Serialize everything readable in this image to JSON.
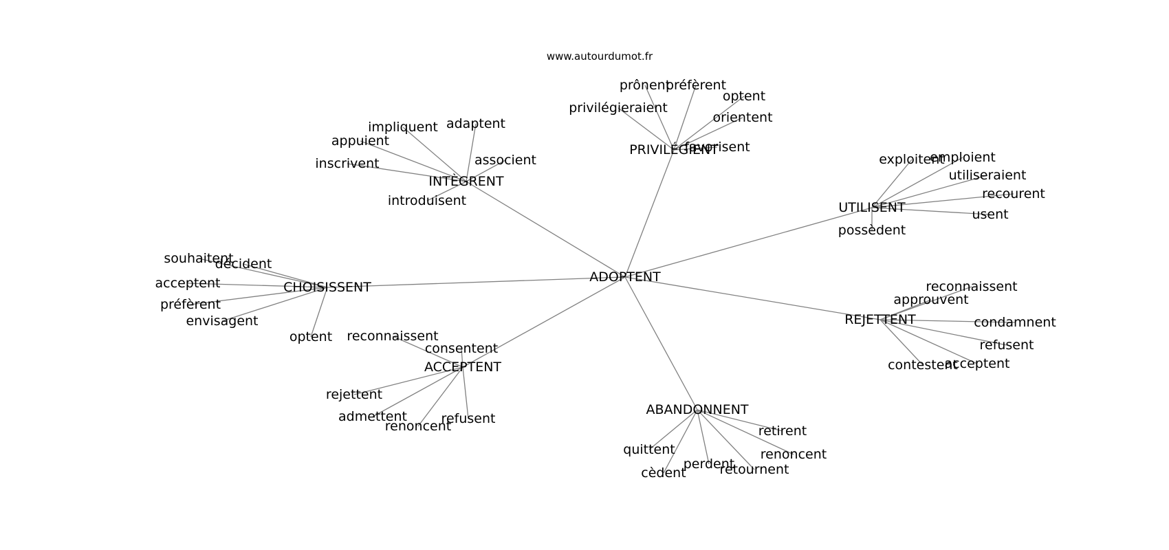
{
  "source_credit": "www.autourdumot.fr",
  "graph": {
    "center": "ADOPTENT",
    "clusters": [
      {
        "hub": "PRIVILÉGIENT",
        "leaves": [
          "prônent",
          "préfèrent",
          "optent",
          "privilégieraient",
          "orientent",
          "favorisent"
        ]
      },
      {
        "hub": "INTÈGRENT",
        "leaves": [
          "impliquent",
          "adaptent",
          "appuient",
          "associent",
          "inscrivent",
          "introduisent"
        ]
      },
      {
        "hub": "UTILISENT",
        "leaves": [
          "exploitent",
          "emploient",
          "utiliseraient",
          "recourent",
          "usent",
          "possèdent"
        ]
      },
      {
        "hub": "CHOISISSENT",
        "leaves": [
          "souhaitent",
          "décident",
          "acceptent",
          "préfèrent",
          "envisagent",
          "optent"
        ]
      },
      {
        "hub": "REJETTENT",
        "leaves": [
          "reconnaissent",
          "approuvent",
          "condamnent",
          "refusent",
          "contestent",
          "acceptent"
        ]
      },
      {
        "hub": "ACCEPTENT",
        "leaves": [
          "reconnaissent",
          "consentent",
          "rejettent",
          "admettent",
          "renoncent",
          "refusent"
        ]
      },
      {
        "hub": "ABANDONNENT",
        "leaves": [
          "retirent",
          "renoncent",
          "quittent",
          "perdent",
          "retournent",
          "cèdent"
        ]
      }
    ]
  }
}
